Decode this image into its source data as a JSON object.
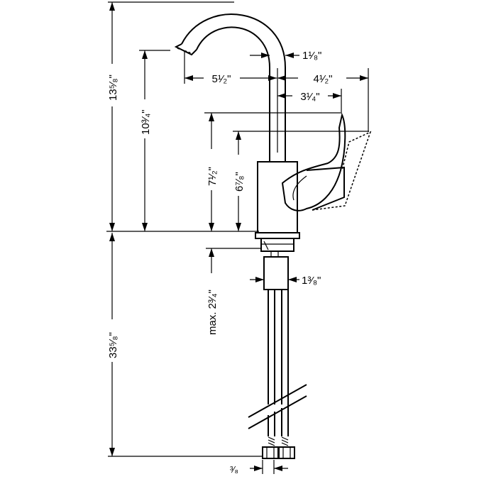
{
  "dimensions": {
    "overall_height": "13⁵⁄₈\"",
    "spout_height": "10³⁄₄\"",
    "spout_reach": "5¹⁄₂\"",
    "spout_diameter": "1¹⁄₈\"",
    "handle_reach_max": "4¹⁄₂\"",
    "handle_reach": "3¹⁄₄\"",
    "handle_height_max": "7¹⁄₂\"",
    "handle_height": "6⁷⁄₈\"",
    "shank_diameter": "1³⁄₈\"",
    "max_deck_thickness": "max. 2³⁄₄\"",
    "hose_length": "33⁵⁄₈\"",
    "connection_size": "³⁄₈"
  }
}
